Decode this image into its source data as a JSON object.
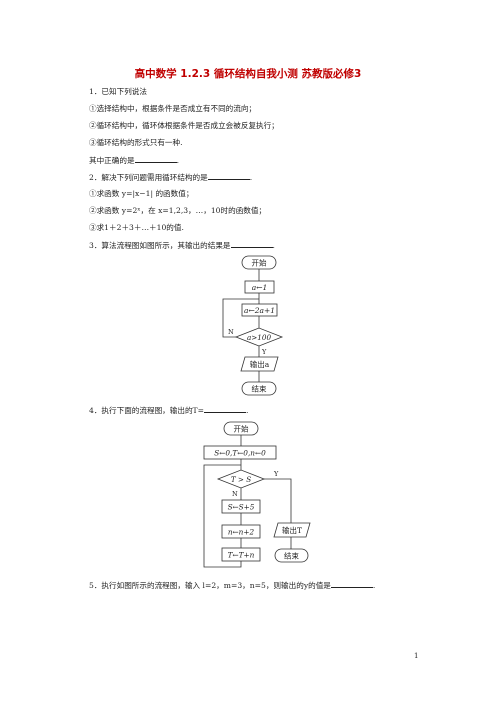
{
  "title": "高中数学 1.2.3 循环结构自我小测 苏教版必修3",
  "q1": {
    "stem": "1．已知下列说法",
    "items": [
      "①选择结构中，根据条件是否成立有不同的流向；",
      "②循环结构中，循环体根据条件是否成立会被反复执行；",
      "③循环结构的形式只有一种."
    ],
    "ask_prefix": "其中正确的是",
    "ask_suffix": "."
  },
  "q2": {
    "stem_prefix": "2．解决下列问题需用循环结构的是",
    "stem_suffix": ".",
    "items": [
      "①求函数 y=|x−1| 的函数值；",
      "②求函数 y=2ˣ，在 x=1,2,3，…，10时的函数值；",
      "③求1＋2＋3＋…＋10的值."
    ]
  },
  "q3": {
    "stem_prefix": "3．算法流程图如图所示，其输出的结果是",
    "stem_suffix": ".",
    "flow": {
      "start": "开始",
      "init": "a←1",
      "body": "a←2a+1",
      "cond": "a>100",
      "no": "N",
      "yes": "Y",
      "output": "输出a",
      "end": "结束"
    }
  },
  "q4": {
    "stem_prefix": "4．执行下面的流程图，输出的T=",
    "stem_suffix": ".",
    "flow": {
      "start": "开始",
      "init": "S←0,T←0,n←0",
      "cond": "T > S",
      "no": "N",
      "yes": "Y",
      "s1": "S←S+5",
      "s2": "n←n+2",
      "s3": "T←T+n",
      "output": "输出T",
      "end": "结束"
    }
  },
  "q5": {
    "stem_prefix": "5．执行如图所示的流程图，输入 l=2，m=3，n=5，则输出的y的值是",
    "stem_suffix": "."
  },
  "page_number": "1"
}
